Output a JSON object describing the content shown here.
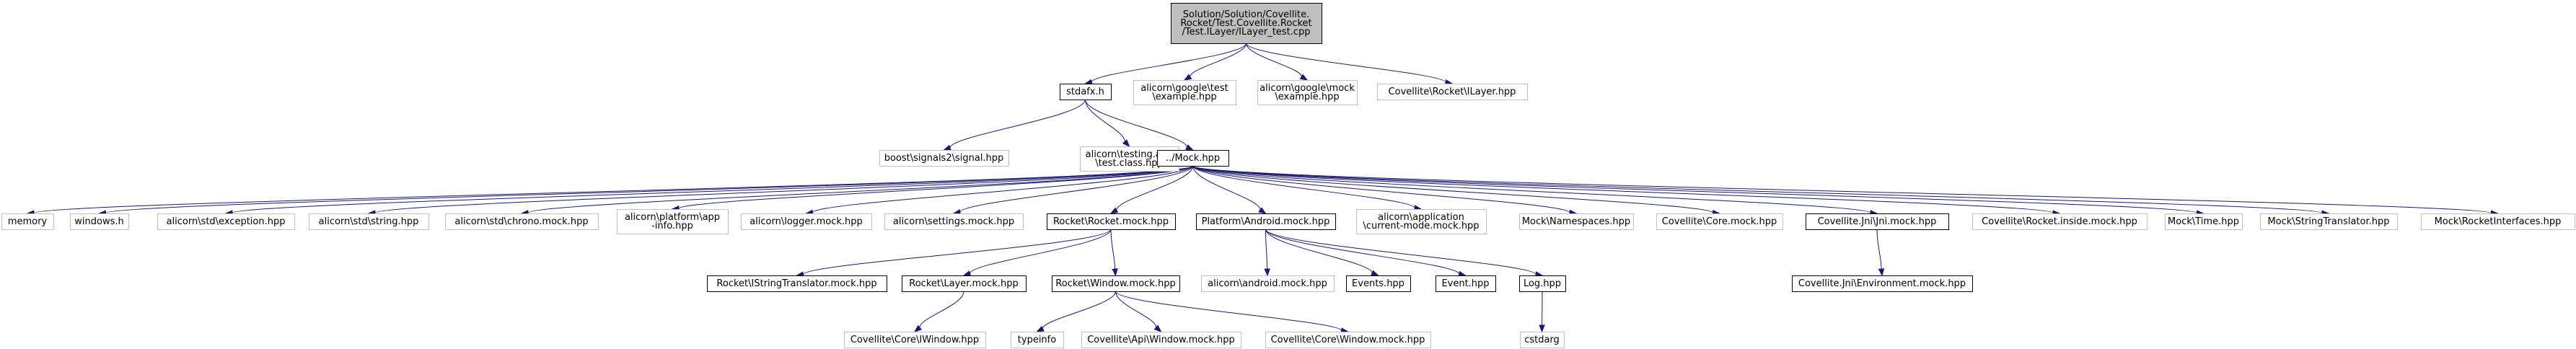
{
  "colors": {
    "edge": "#191970",
    "root_fill": "#bfbfbf",
    "root_border": "#000000",
    "doc_border": "#000000",
    "nodoc_border": "#bfbfbf",
    "text": "#000000"
  },
  "nodes": [
    {
      "id": "root",
      "kind": "root",
      "lines": [
        "Solution/Solution/Covellite.",
        "Rocket/Test.Covellite.Rocket",
        "/Test.ILayer/ILayer_test.cpp"
      ]
    },
    {
      "id": "stdafx",
      "kind": "doc",
      "lines": [
        "stdafx.h"
      ]
    },
    {
      "id": "gtest_example",
      "kind": "nodoc",
      "lines": [
        "alicorn\\google\\test",
        "\\example.hpp"
      ]
    },
    {
      "id": "gmock_example",
      "kind": "nodoc",
      "lines": [
        "alicorn\\google\\mock",
        "\\example.hpp"
      ]
    },
    {
      "id": "ilayer",
      "kind": "nodoc",
      "lines": [
        "Covellite\\Rocket\\ILayer.hpp"
      ]
    },
    {
      "id": "signal",
      "kind": "nodoc",
      "lines": [
        "boost\\signals2\\signal.hpp"
      ]
    },
    {
      "id": "testclass",
      "kind": "nodoc",
      "lines": [
        "alicorn\\testing.app",
        "\\test.class.hpp"
      ]
    },
    {
      "id": "mock",
      "kind": "doc",
      "lines": [
        "../Mock.hpp"
      ]
    },
    {
      "id": "memory",
      "kind": "nodoc",
      "lines": [
        "memory"
      ]
    },
    {
      "id": "windows",
      "kind": "nodoc",
      "lines": [
        "windows.h"
      ]
    },
    {
      "id": "exception",
      "kind": "nodoc",
      "lines": [
        "alicorn\\std\\exception.hpp"
      ]
    },
    {
      "id": "string",
      "kind": "nodoc",
      "lines": [
        "alicorn\\std\\string.hpp"
      ]
    },
    {
      "id": "chrono",
      "kind": "nodoc",
      "lines": [
        "alicorn\\std\\chrono.mock.hpp"
      ]
    },
    {
      "id": "appinfo",
      "kind": "nodoc",
      "lines": [
        "alicorn\\platform\\app",
        "-info.hpp"
      ]
    },
    {
      "id": "logger",
      "kind": "nodoc",
      "lines": [
        "alicorn\\logger.mock.hpp"
      ]
    },
    {
      "id": "settings",
      "kind": "nodoc",
      "lines": [
        "alicorn\\settings.mock.hpp"
      ]
    },
    {
      "id": "rocketmock",
      "kind": "doc",
      "lines": [
        "Rocket\\Rocket.mock.hpp"
      ]
    },
    {
      "id": "platform_android",
      "kind": "doc",
      "lines": [
        "Platform\\Android.mock.hpp"
      ]
    },
    {
      "id": "current_mode",
      "kind": "nodoc",
      "lines": [
        "alicorn\\application",
        "\\current-mode.mock.hpp"
      ]
    },
    {
      "id": "namespaces",
      "kind": "nodoc",
      "lines": [
        "Mock\\Namespaces.hpp"
      ]
    },
    {
      "id": "coremock",
      "kind": "nodoc",
      "lines": [
        "Covellite\\Core.mock.hpp"
      ]
    },
    {
      "id": "jnimock",
      "kind": "doc",
      "lines": [
        "Covellite.Jni\\Jni.mock.hpp"
      ]
    },
    {
      "id": "rocketinside",
      "kind": "nodoc",
      "lines": [
        "Covellite\\Rocket.inside.mock.hpp"
      ]
    },
    {
      "id": "time",
      "kind": "nodoc",
      "lines": [
        "Mock\\Time.hpp"
      ]
    },
    {
      "id": "stringtranslator",
      "kind": "nodoc",
      "lines": [
        "Mock\\StringTranslator.hpp"
      ]
    },
    {
      "id": "rocketinterfaces",
      "kind": "nodoc",
      "lines": [
        "Mock\\RocketInterfaces.hpp"
      ]
    },
    {
      "id": "istringtranslator",
      "kind": "doc",
      "lines": [
        "Rocket\\IStringTranslator.mock.hpp"
      ]
    },
    {
      "id": "layermock",
      "kind": "doc",
      "lines": [
        "Rocket\\Layer.mock.hpp"
      ]
    },
    {
      "id": "windowmock",
      "kind": "doc",
      "lines": [
        "Rocket\\Window.mock.hpp"
      ]
    },
    {
      "id": "androidmock",
      "kind": "nodoc",
      "lines": [
        "alicorn\\android.mock.hpp"
      ]
    },
    {
      "id": "events",
      "kind": "doc",
      "lines": [
        "Events.hpp"
      ]
    },
    {
      "id": "event",
      "kind": "doc",
      "lines": [
        "Event.hpp"
      ]
    },
    {
      "id": "log",
      "kind": "doc",
      "lines": [
        "Log.hpp"
      ]
    },
    {
      "id": "environment",
      "kind": "doc",
      "lines": [
        "Covellite.Jni\\Environment.mock.hpp"
      ]
    },
    {
      "id": "iwindow",
      "kind": "nodoc",
      "lines": [
        "Covellite\\Core\\IWindow.hpp"
      ]
    },
    {
      "id": "typeinfo",
      "kind": "nodoc",
      "lines": [
        "typeinfo"
      ]
    },
    {
      "id": "apiwindow",
      "kind": "nodoc",
      "lines": [
        "Covellite\\Api\\Window.mock.hpp"
      ]
    },
    {
      "id": "corewindow",
      "kind": "nodoc",
      "lines": [
        "Covellite\\Core\\Window.mock.hpp"
      ]
    },
    {
      "id": "cstdarg",
      "kind": "nodoc",
      "lines": [
        "cstdarg"
      ]
    }
  ],
  "edges": [
    [
      "root",
      "stdafx"
    ],
    [
      "root",
      "gtest_example"
    ],
    [
      "root",
      "gmock_example"
    ],
    [
      "root",
      "ilayer"
    ],
    [
      "stdafx",
      "signal"
    ],
    [
      "stdafx",
      "testclass"
    ],
    [
      "stdafx",
      "mock"
    ],
    [
      "mock",
      "memory"
    ],
    [
      "mock",
      "windows"
    ],
    [
      "mock",
      "exception"
    ],
    [
      "mock",
      "string"
    ],
    [
      "mock",
      "chrono"
    ],
    [
      "mock",
      "appinfo"
    ],
    [
      "mock",
      "logger"
    ],
    [
      "mock",
      "settings"
    ],
    [
      "mock",
      "rocketmock"
    ],
    [
      "mock",
      "platform_android"
    ],
    [
      "mock",
      "current_mode"
    ],
    [
      "mock",
      "namespaces"
    ],
    [
      "mock",
      "coremock"
    ],
    [
      "mock",
      "jnimock"
    ],
    [
      "mock",
      "rocketinside"
    ],
    [
      "mock",
      "time"
    ],
    [
      "mock",
      "stringtranslator"
    ],
    [
      "mock",
      "rocketinterfaces"
    ],
    [
      "rocketmock",
      "istringtranslator"
    ],
    [
      "rocketmock",
      "layermock"
    ],
    [
      "rocketmock",
      "windowmock"
    ],
    [
      "layermock",
      "iwindow"
    ],
    [
      "windowmock",
      "typeinfo"
    ],
    [
      "windowmock",
      "apiwindow"
    ],
    [
      "windowmock",
      "corewindow"
    ],
    [
      "platform_android",
      "androidmock"
    ],
    [
      "platform_android",
      "events"
    ],
    [
      "platform_android",
      "event"
    ],
    [
      "platform_android",
      "log"
    ],
    [
      "jnimock",
      "environment"
    ],
    [
      "log",
      "cstdarg"
    ]
  ]
}
